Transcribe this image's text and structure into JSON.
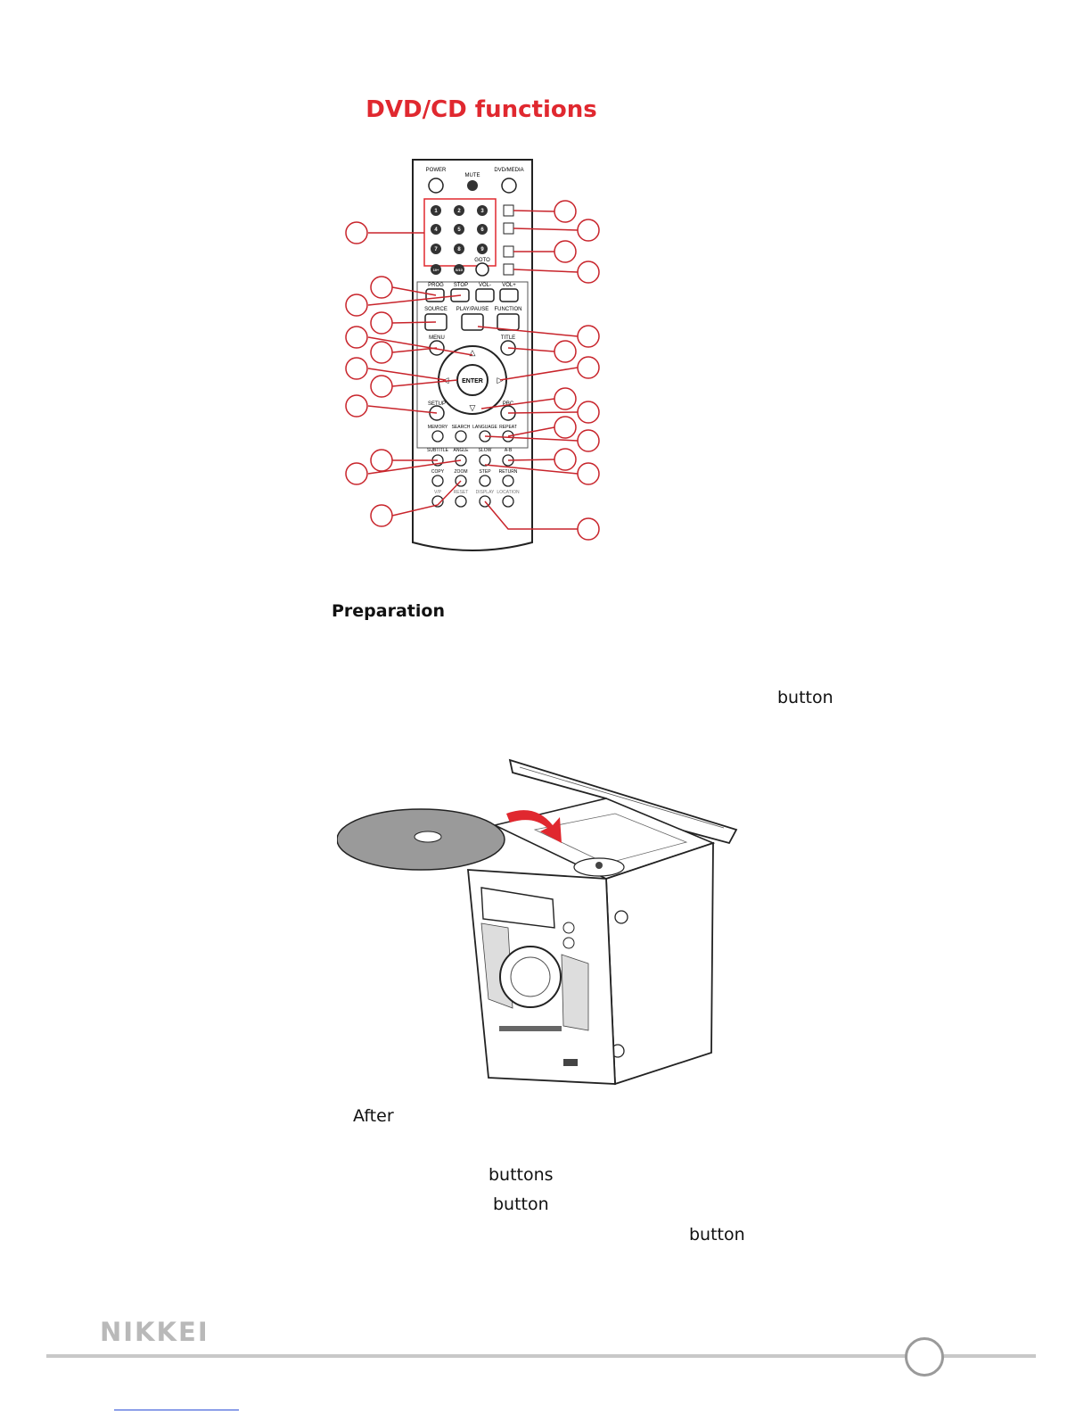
{
  "page": {
    "title": "DVD/CD functions",
    "section_heading": "Preparation",
    "brand": "NIKKEI",
    "text_fragments": [
      "button",
      "After",
      "buttons",
      "button",
      "button"
    ]
  },
  "remote": {
    "top_labels": [
      "POWER",
      "MUTE",
      "DVD/MEDIA"
    ],
    "number_keys": [
      "1",
      "2",
      "3",
      "4",
      "5",
      "6",
      "7",
      "8",
      "9",
      "10+",
      "0/10"
    ],
    "goto_label": "GOTO",
    "row_labels_1": [
      "PROG",
      "STOP",
      "VOL-",
      "VOL+"
    ],
    "row_labels_2": [
      "SOURCE",
      "PLAY/PAUSE",
      "FUNCTION"
    ],
    "menu_label": "MENU",
    "title_label": "TITLE",
    "enter_label": "ENTER",
    "setup_label": "SETUP",
    "pbc_label": "PBC",
    "row_labels_3": [
      "MEMORY",
      "SEARCH",
      "LANGUAGE",
      "REPEAT"
    ],
    "row_labels_4": [
      "SUBTITLE",
      "ANGLE",
      "SLOW",
      "A-B"
    ],
    "row_labels_5": [
      "COPY",
      "ZOOM",
      "STEP",
      "RETURN"
    ],
    "row_labels_6": [
      "V/P",
      "RESET",
      "DISPLAY",
      "LOCATION"
    ]
  },
  "colors": {
    "accent": "#e0282f",
    "callout": "#c8242b",
    "footer_gray": "#c8c8c8"
  }
}
